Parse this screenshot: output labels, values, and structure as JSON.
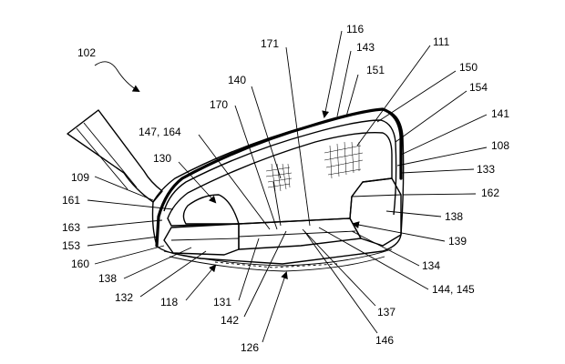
{
  "figure": {
    "labels": {
      "l102": "102",
      "l116": "116",
      "l171": "171",
      "l143": "143",
      "l111": "111",
      "l151": "151",
      "l150": "150",
      "l140": "140",
      "l154": "154",
      "l170": "170",
      "l141": "141",
      "l147_164": "147, 164",
      "l130": "130",
      "l108": "108",
      "l109": "109",
      "l133": "133",
      "l162": "162",
      "l161": "161",
      "l138r": "138",
      "l163": "163",
      "l153": "153",
      "l139": "139",
      "l160": "160",
      "l134": "134",
      "l138l": "138",
      "l144_145": "144, 145",
      "l132": "132",
      "l118": "118",
      "l131": "131",
      "l137": "137",
      "l142": "142",
      "l146": "146",
      "l126": "126"
    }
  }
}
